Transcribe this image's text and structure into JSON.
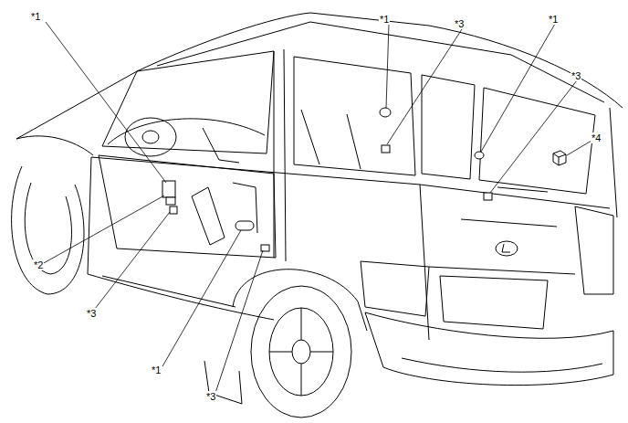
{
  "diagram": {
    "labels": [
      "*1",
      "*1",
      "*3",
      "*1",
      "*3",
      "*4",
      "*2",
      "*3",
      "*1",
      "*3"
    ]
  }
}
